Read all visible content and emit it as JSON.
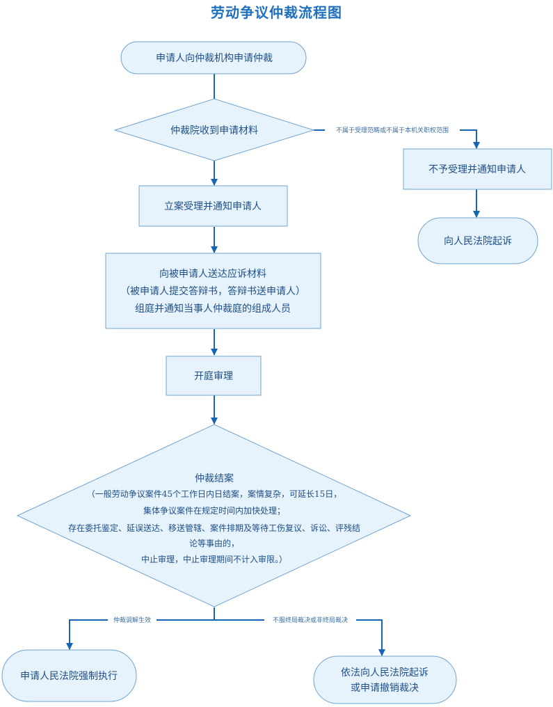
{
  "title": "劳动争议仲裁流程图",
  "nodes": {
    "start": "申请人向仲裁机构申请仲裁",
    "receive": "仲裁院收到申请材料",
    "not_accept": "不予受理并通知申请人",
    "sue_court_1": "向人民法院起诉",
    "accept": "立案受理并通知申请人",
    "serve_line1": "向被申请人送达应诉材料",
    "serve_line2": "（被申请人提交答辩书，答辩书送申请人）",
    "serve_line3": "组庭并通知当事人仲裁庭的组成人员",
    "hearing": "开庭审理",
    "close_title": "仲裁结案",
    "close_line1": "（一般劳动争议案件45个工作日内日结案，案情复杂，可延长15日，",
    "close_line2": "集体争议案件在规定时间内加快处理；",
    "close_line3": "存在委托鉴定、延误送达、移送管辖、案件排期及等待工伤复议、诉讼、评残结",
    "close_line4": "论等事由的，",
    "close_line5": "中止审理，中止审理期间不计入审限。）",
    "enforce": "申请人民法院强制执行",
    "sue_court_2_line1": "依法向人民法院起诉",
    "sue_court_2_line2": "或申请撤销裁决"
  },
  "edge_labels": {
    "out_of_scope": "不属于受理范畴或不属于本机关职权范围",
    "mediation_effective": "仲裁调解生效",
    "disagree": "不服终局裁决或非终局裁决"
  }
}
